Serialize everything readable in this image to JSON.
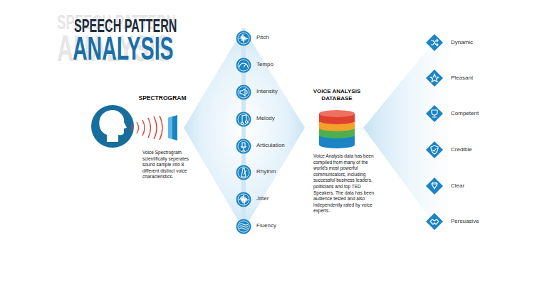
{
  "diagram": {
    "title": "SPEECH PATTERN",
    "nodes": [
      {
        "text": [
          "SPECTROGRAM",
          "Voice Spectrogram scientifically seperates sound sample into 8 different distinct voice characteristics."
        ]
      },
      {
        "text": [
          "Pitch"
        ]
      },
      {
        "text": [
          "Tempo"
        ]
      },
      {
        "text": [
          "Intensity"
        ]
      },
      {
        "text": [
          "Melody"
        ]
      },
      {
        "text": [
          "Articulation"
        ]
      },
      {
        "text": [
          "Rhythm"
        ]
      },
      {
        "text": [
          "Jitter"
        ]
      },
      {
        "text": [
          "Fluency"
        ]
      },
      {
        "text": [
          "VOICE ANALYSIS DATABASE",
          "Voice Analysis data has been compiled from many of the world's most powerful communicators, including successful business leaders, politicians and top TED Speakers. The data has been audience tested and also independently rated by voice experts."
        ]
      },
      {
        "text": [
          "Dynamic"
        ]
      },
      {
        "text": [
          "Pleasant"
        ]
      },
      {
        "text": [
          "Competent"
        ]
      },
      {
        "text": [
          "Credible"
        ]
      },
      {
        "text": [
          "Clear"
        ]
      },
      {
        "text": [
          "Persuasive"
        ]
      }
    ],
    "labels": [
      "ANALYSIS",
      "SPEECH PATTERN",
      "ANALYSIS"
    ]
  }
}
